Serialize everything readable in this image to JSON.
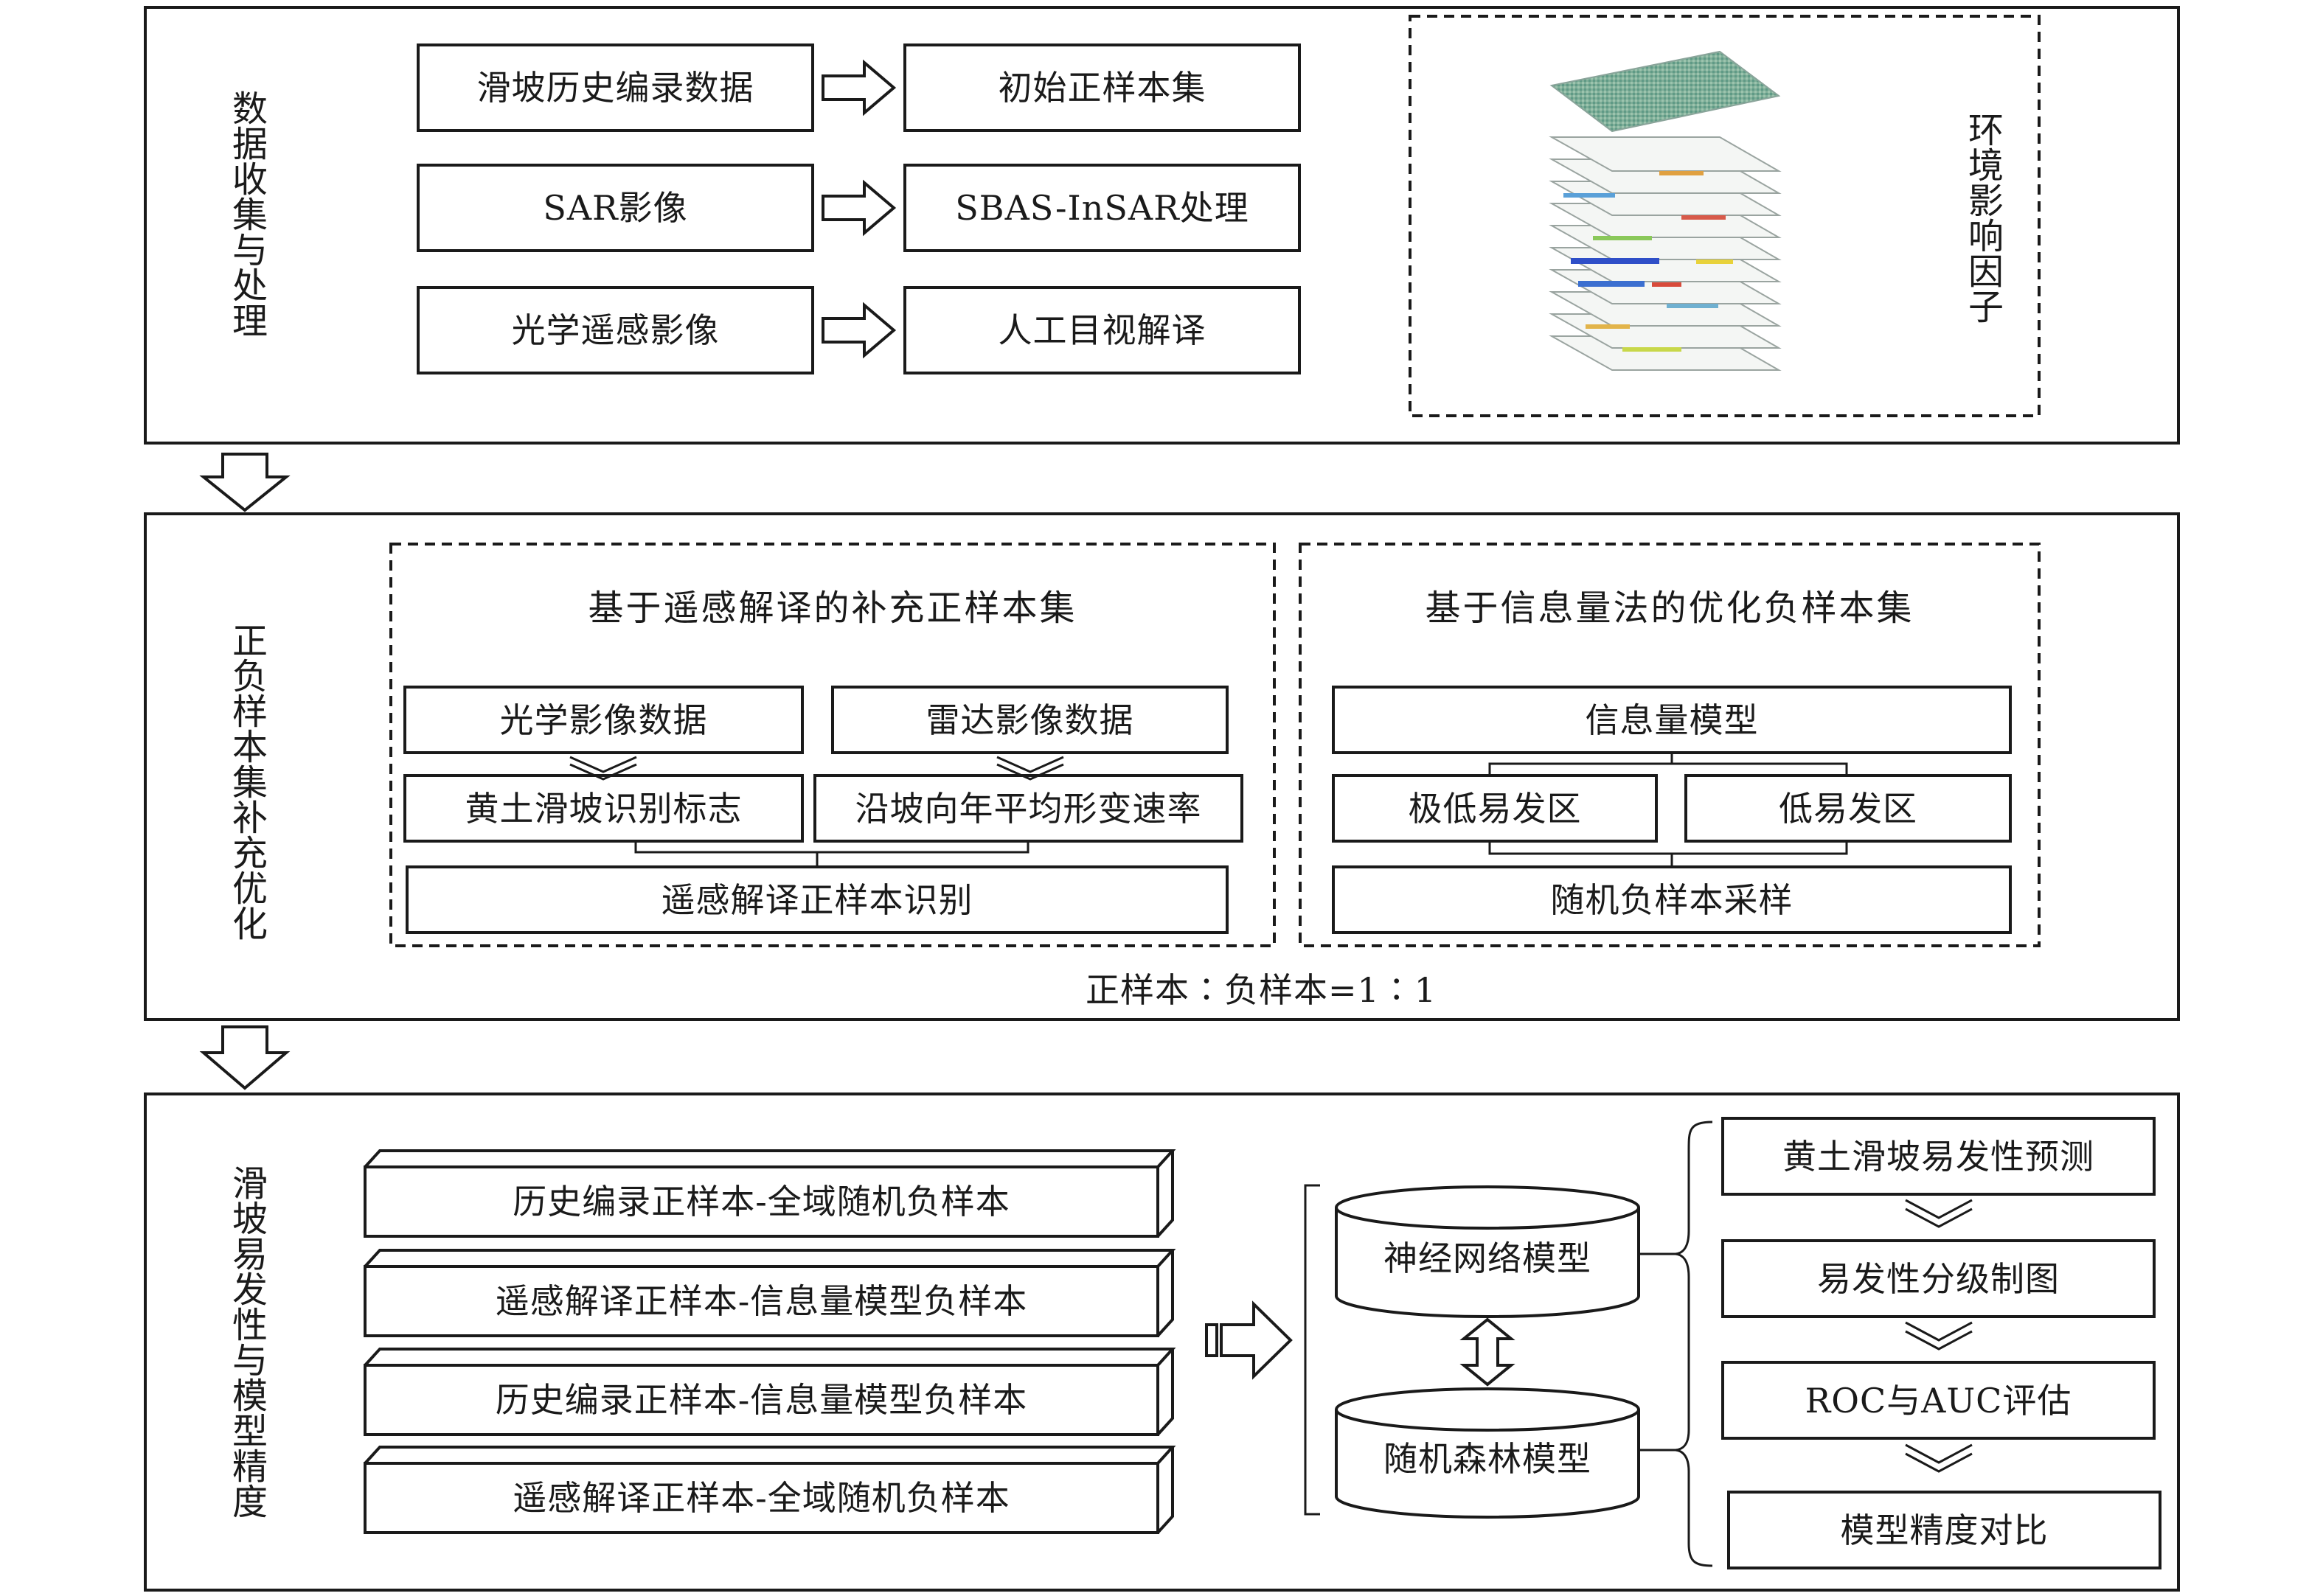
{
  "colors": {
    "stroke": "#1a1a1a",
    "background": "#ffffff",
    "text": "#1a1a1a"
  },
  "section1": {
    "side_label": "数据收集与处理",
    "rows": [
      {
        "source": "滑坡历史编录数据",
        "result": "初始正样本集"
      },
      {
        "source": "SAR影像",
        "result": "SBAS-InSAR处理"
      },
      {
        "source": "光学遥感影像",
        "result": "人工目视解译"
      }
    ],
    "env_label": "环境影响因子"
  },
  "section2": {
    "side_label": "正负样本集补充优化",
    "left_panel": {
      "title": "基于遥感解译的补充正样本集",
      "optical": "光学影像数据",
      "radar": "雷达影像数据",
      "loess_marks": "黄土滑坡识别标志",
      "deformation": "沿坡向年平均形变速率",
      "identify": "遥感解译正样本识别"
    },
    "right_panel": {
      "title": "基于信息量法的优化负样本集",
      "model": "信息量模型",
      "very_low": "极低易发区",
      "low": "低易发区",
      "sampling": "随机负样本采样"
    },
    "ratio_note": "正样本∶负样本=1∶1"
  },
  "section3": {
    "side_label": "滑坡易发性与模型精度",
    "combos": [
      "历史编录正样本-全域随机负样本",
      "遥感解译正样本-信息量模型负样本",
      "历史编录正样本-信息量模型负样本",
      "遥感解译正样本-全域随机负样本"
    ],
    "models": [
      "神经网络模型",
      "随机森林模型"
    ],
    "steps": [
      "黄土滑坡易发性预测",
      "易发性分级制图",
      "ROC与AUC评估",
      "模型精度对比"
    ]
  }
}
